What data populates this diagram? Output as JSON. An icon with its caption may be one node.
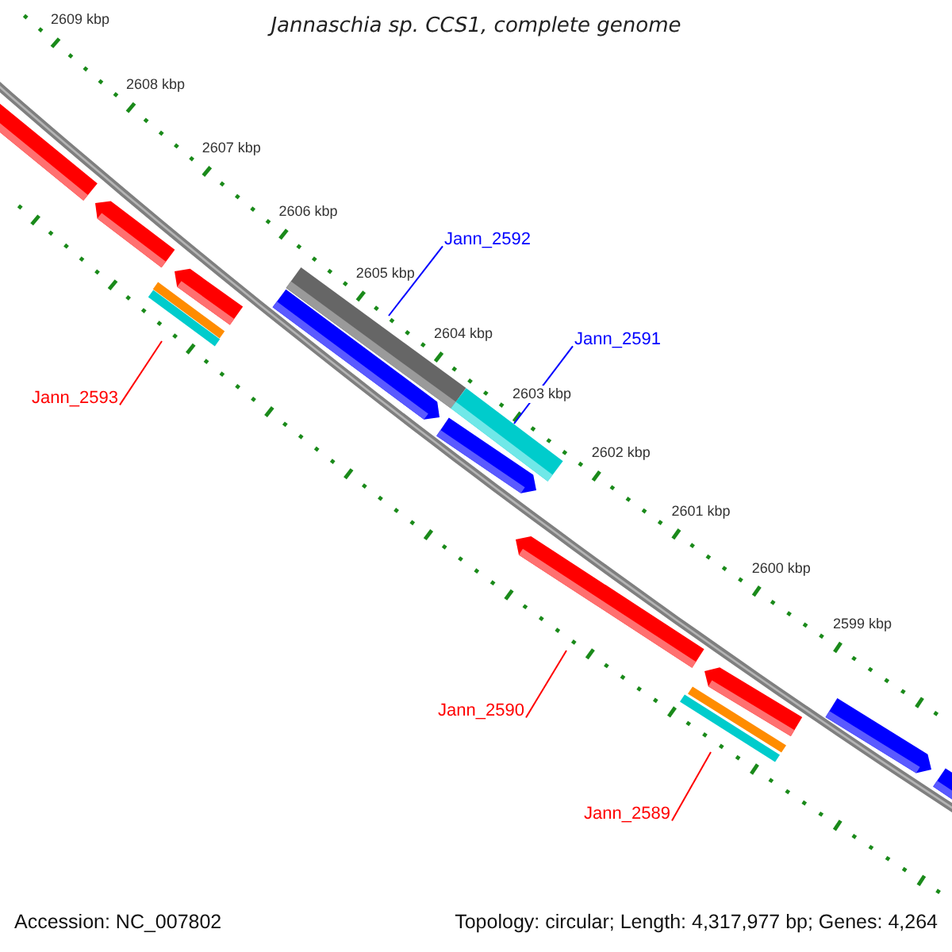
{
  "diagram": {
    "title": "Jannaschia sp. CCS1, complete genome",
    "nodes": [
      {
        "text": [
          "Jann_2592"
        ]
      },
      {
        "text": [
          "Jann_2591"
        ]
      },
      {
        "text": [
          "Jann_2593"
        ]
      },
      {
        "text": [
          "Jann_2590"
        ]
      },
      {
        "text": [
          "Jann_2589"
        ]
      }
    ],
    "edges": [
      {
        "from": 0,
        "to": null,
        "arrow": "none",
        "color": "#0000ff"
      },
      {
        "from": 1,
        "to": null,
        "arrow": "none",
        "color": "#0000ff"
      },
      {
        "from": 2,
        "to": null,
        "arrow": "none"
      },
      {
        "from": 3,
        "to": null,
        "arrow": "none"
      },
      {
        "from": 4,
        "to": null,
        "arrow": "none"
      }
    ],
    "labels": [
      "2609 kbp",
      "2608 kbp",
      "2607 kbp",
      "2606 kbp",
      "2605 kbp",
      "2604 kbp",
      "2603 kbp",
      "2602 kbp",
      "2601 kbp",
      "2600 kbp",
      "2599 kbp",
      "Accession: NC_007802",
      "Topology: circular; Length: 4,317,977 bp; Genes: 4,264"
    ]
  }
}
